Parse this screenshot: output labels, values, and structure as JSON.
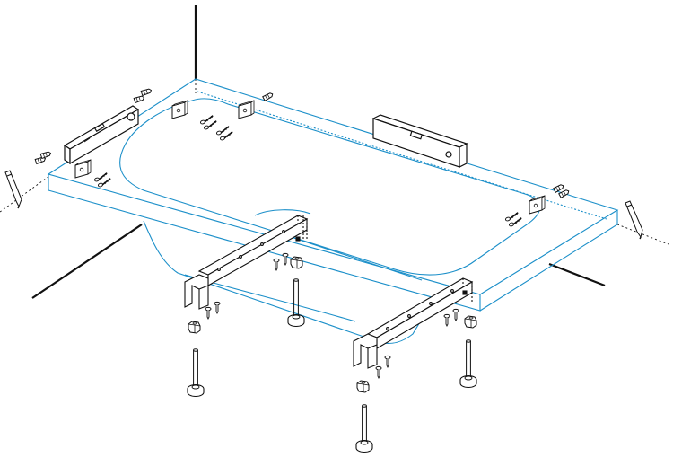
{
  "diagram": {
    "subject": "bathtub-installation-exploded-view",
    "colors": {
      "tub_outline": "#1b8fc9",
      "hardware": "#111111",
      "background": "#ffffff",
      "hardware_fill": "#ffffff",
      "level_fill": "#ffffff"
    },
    "icons": [
      "wall-corner-line",
      "bathtub-outline",
      "spirit-level-icon",
      "wall-bracket-icon",
      "wall-plug-icon",
      "screw-icon",
      "pencil-icon",
      "support-frame-icon",
      "adjustable-leg-icon",
      "nut-icon"
    ]
  }
}
